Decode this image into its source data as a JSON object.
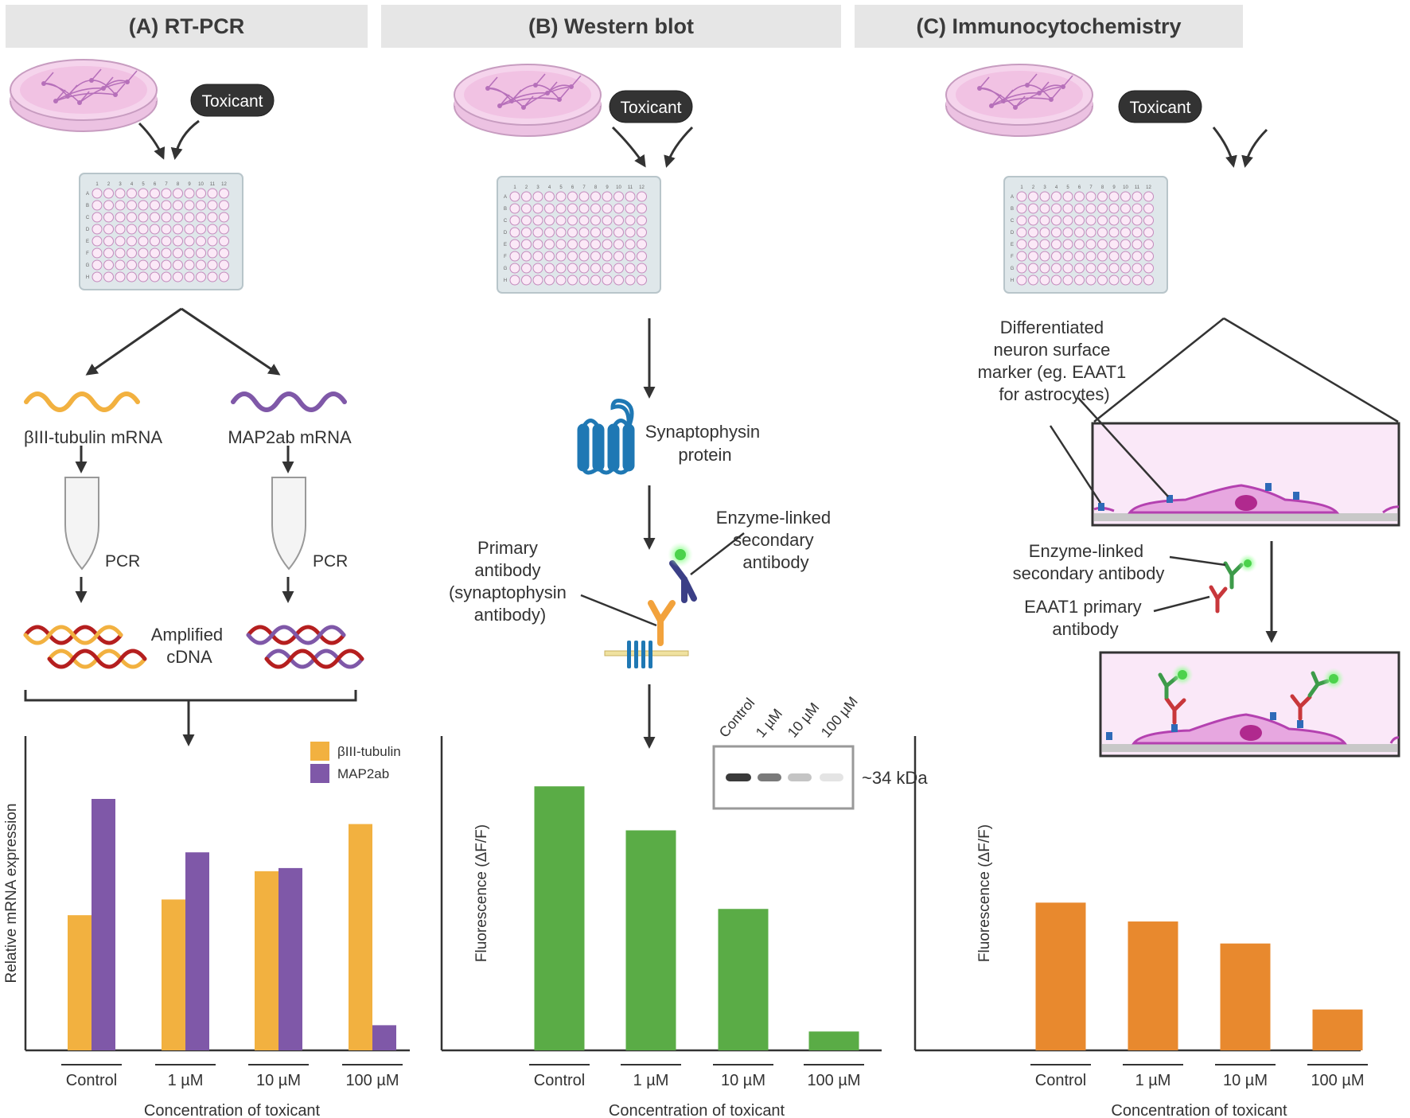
{
  "panels": {
    "a": {
      "title": "(A) RT-PCR"
    },
    "b": {
      "title": "(B) Western blot"
    },
    "c": {
      "title": "(C) Immunocytochemistry"
    }
  },
  "toxicant_label": "Toxicant",
  "plate_columns": [
    "1",
    "2",
    "3",
    "4",
    "5",
    "6",
    "7",
    "8",
    "9",
    "10",
    "11",
    "12"
  ],
  "plate_rows": [
    "A",
    "B",
    "C",
    "D",
    "E",
    "F",
    "G",
    "H"
  ],
  "panel_a": {
    "mrna_left": "βIII-tubulin mRNA",
    "mrna_right": "MAP2ab mRNA",
    "pcr": "PCR",
    "amplified": [
      "Amplified",
      "cDNA"
    ]
  },
  "panel_b": {
    "protein": [
      "Synaptophysin",
      "protein"
    ],
    "secondary": [
      "Enzyme-linked",
      "secondary",
      "antibody"
    ],
    "primary": [
      "Primary",
      "antibody",
      "(synaptophysin",
      "antibody)"
    ],
    "blot_lanes": [
      "Control",
      "1 µM",
      "10 µM",
      "100 µM"
    ],
    "blot_kda": "~34 kDa"
  },
  "panel_c": {
    "marker": [
      "Differentiated",
      "neuron surface",
      "marker (eg. EAAT1",
      "for astrocytes)"
    ],
    "secondary": [
      "Enzyme-linked",
      "secondary antibody"
    ],
    "primary": [
      "EAAT1 primary",
      "antibody"
    ]
  },
  "colors": {
    "tubulin": "#f2b140",
    "map2": "#7f58a8",
    "western": "#5aac46",
    "icc": "#e8892e",
    "dna_red": "#b51f1f",
    "protein_blue": "#1f78b4"
  },
  "chart_data": [
    {
      "type": "bar",
      "categories": [
        "Control",
        "1 µM",
        "10 µM",
        "100 µM"
      ],
      "series": [
        {
          "name": "βIII-tubulin",
          "values": [
            0.43,
            0.48,
            0.57,
            0.72
          ]
        },
        {
          "name": "MAP2ab",
          "values": [
            0.8,
            0.63,
            0.58,
            0.08
          ]
        }
      ],
      "xlabel": "Concentration of toxicant",
      "ylabel": "Relative mRNA expression",
      "ylim": [
        0,
        1
      ],
      "legend": "top-right"
    },
    {
      "type": "bar",
      "categories": [
        "Control",
        "1 µM",
        "10 µM",
        "100 µM"
      ],
      "series": [
        {
          "values": [
            0.84,
            0.7,
            0.45,
            0.06
          ]
        }
      ],
      "xlabel": "Concentration of toxicant",
      "ylabel": "Fluorescence  (ΔF/F)",
      "ylim": [
        0,
        1
      ]
    },
    {
      "type": "bar",
      "categories": [
        "Control",
        "1 µM",
        "10 µM",
        "100 µM"
      ],
      "series": [
        {
          "values": [
            0.47,
            0.41,
            0.34,
            0.13
          ]
        }
      ],
      "xlabel": "Concentration of toxicant",
      "ylabel": "Fluorescence  (ΔF/F)",
      "ylim": [
        0,
        1
      ]
    }
  ]
}
